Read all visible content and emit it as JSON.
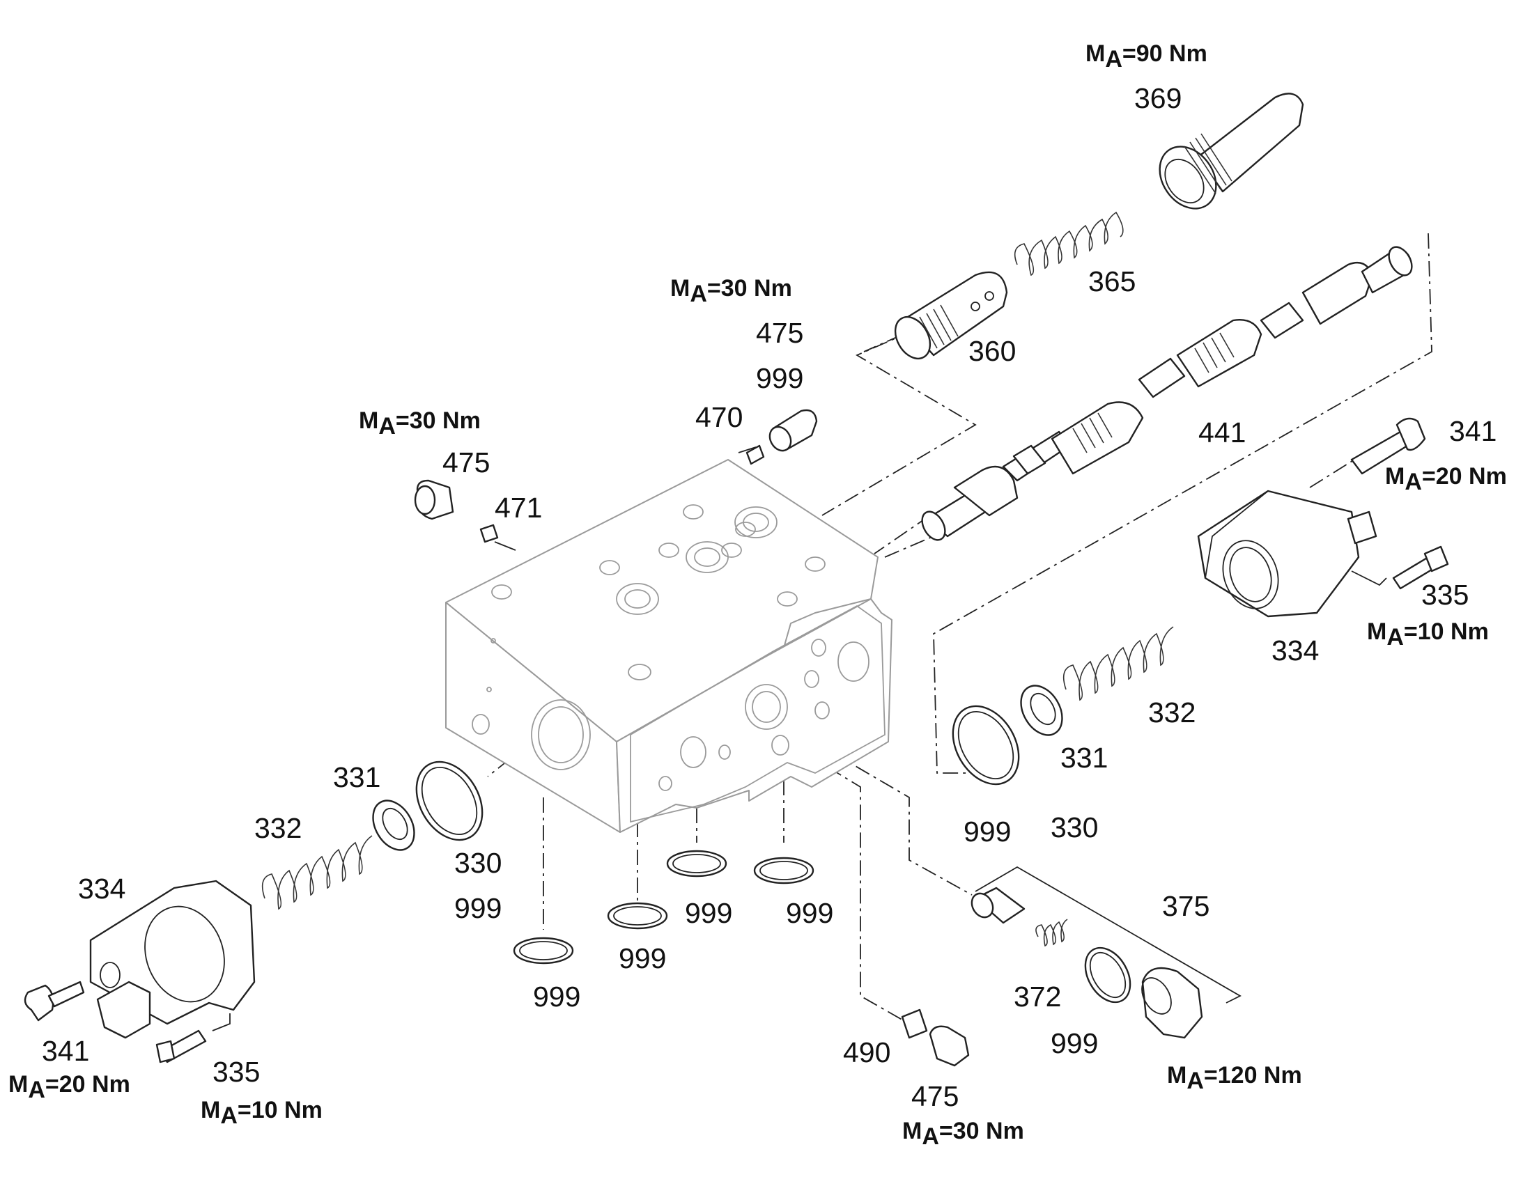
{
  "parts": {
    "p369": "369",
    "p365": "365",
    "p360": "360",
    "p441": "441",
    "p475_top": "475",
    "p999_top": "999",
    "p470": "470",
    "p475_left": "475",
    "p471": "471",
    "p341_right": "341",
    "p335_right": "335",
    "p334_right": "334",
    "p332_right": "332",
    "p331_right": "331",
    "p999_right": "999",
    "p330_right": "330",
    "p331_left": "331",
    "p332_left": "332",
    "p330_left": "330",
    "p999_left": "999",
    "p334_left": "334",
    "p999_a": "999",
    "p999_b": "999",
    "p999_c": "999",
    "p999_d": "999",
    "p341_left": "341",
    "p335_left": "335",
    "p375": "375",
    "p372": "372",
    "p999_e": "999",
    "p490": "490",
    "p475_bottom": "475"
  },
  "torques": {
    "t369": {
      "m": "M",
      "sub": "A",
      "value": "=90 Nm"
    },
    "t475_top": {
      "m": "M",
      "sub": "A",
      "value": "=30 Nm"
    },
    "t475_left": {
      "m": "M",
      "sub": "A",
      "value": "=30 Nm"
    },
    "t341_right": {
      "m": "M",
      "sub": "A",
      "value": "=20 Nm"
    },
    "t335_right": {
      "m": "M",
      "sub": "A",
      "value": "=10 Nm"
    },
    "t341_left": {
      "m": "M",
      "sub": "A",
      "value": "=20 Nm"
    },
    "t335_left": {
      "m": "M",
      "sub": "A",
      "value": "=10 Nm"
    },
    "t475_bottom": {
      "m": "M",
      "sub": "A",
      "value": "=30 Nm"
    },
    "t375": {
      "m": "M",
      "sub": "A",
      "value": "=120 Nm"
    }
  }
}
